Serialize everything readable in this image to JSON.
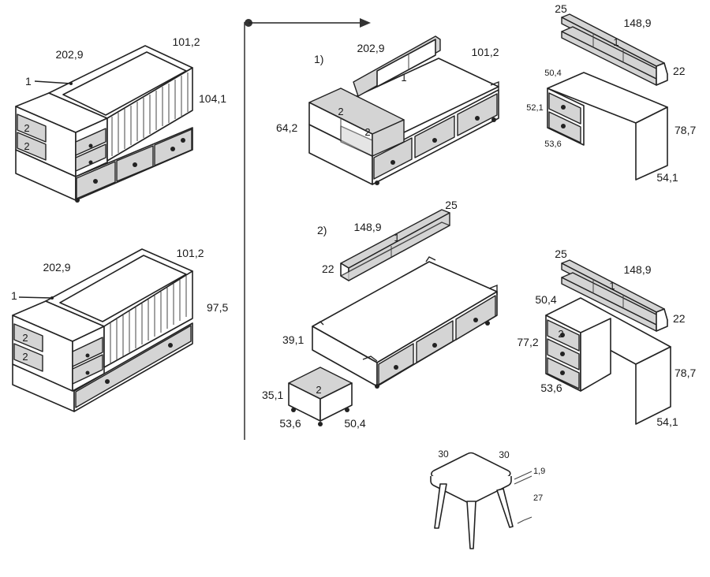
{
  "labels": {
    "crib1_length": "202,9",
    "crib1_width": "101,2",
    "crib1_height": "104,1",
    "crib1_part1": "1",
    "crib1_part2a": "2",
    "crib1_part2b": "2",
    "crib2_length": "202,9",
    "crib2_width": "101,2",
    "crib2_height": "97,5",
    "crib2_part1": "1",
    "crib2_part2a": "2",
    "crib2_part2b": "2",
    "opt1_marker": "1)",
    "opt1_length": "202,9",
    "opt1_width": "101,2",
    "opt1_height": "64,2",
    "opt1_part1": "1",
    "opt1_part2a": "2",
    "opt1_part2b": "2",
    "opt2_marker": "2)",
    "opt2_shelf_length": "148,9",
    "opt2_shelf_depth": "25",
    "opt2_shelf_height": "22",
    "opt2_shelf_part": "1",
    "opt2_bed_height": "39,1",
    "opt2_box_height": "35,1",
    "opt2_box_w": "53,6",
    "opt2_box_d": "50,4",
    "opt2_box_part": "2",
    "desk1_shelf_depth": "25",
    "desk1_shelf_length": "148,9",
    "desk1_shelf_part": "1",
    "desk1_shelf_height": "22",
    "desk1_top_d": "50,4",
    "desk1_drawer_h": "52,1",
    "desk1_drawer_w": "53,6",
    "desk1_height": "78,7",
    "desk1_depth": "54,1",
    "desk2_shelf_depth": "25",
    "desk2_shelf_length": "148,9",
    "desk2_shelf_part": "1",
    "desk2_shelf_height": "22",
    "desk2_top_d": "50,4",
    "desk2_drawer_h": "77,2",
    "desk2_drawer_part": "2",
    "desk2_drawer_w": "53,6",
    "desk2_height": "78,7",
    "desk2_depth": "54,1",
    "stool_w": "30",
    "stool_d": "30",
    "stool_top": "1,9",
    "stool_h": "27"
  }
}
